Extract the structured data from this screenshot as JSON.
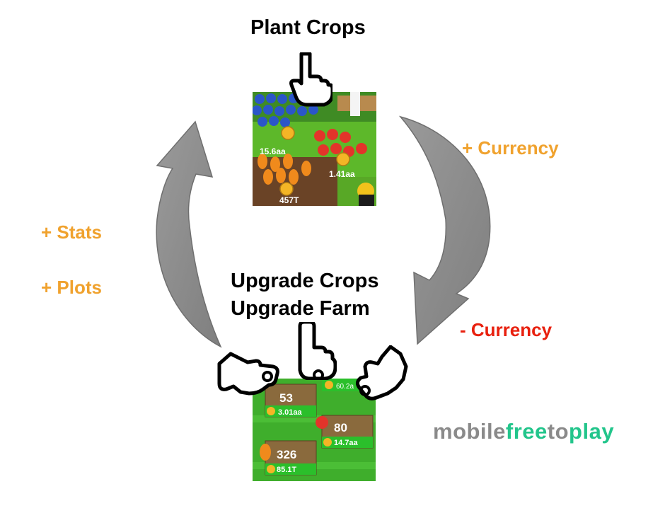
{
  "title": "Plant Crops",
  "upgrade": [
    "Upgrade Crops",
    "Upgrade Farm"
  ],
  "right_gain": "+ Currency",
  "right_spend": "- Currency",
  "left_gains": [
    "+ Stats",
    "+ Plots"
  ],
  "logo": {
    "part1": "mobile",
    "part2": "free",
    "part3": "to",
    "part4": "play"
  },
  "colors": {
    "orange": "#F0A22E",
    "red": "#E8200E",
    "arrow": "#8C8C8C",
    "logo_gray": "#8A8A8A",
    "logo_green": "#22C58B"
  },
  "top_screenshot": {
    "values": [
      "15.6aa",
      "1.41aa",
      "457T"
    ]
  },
  "bottom_screenshot": {
    "cards": [
      {
        "level": "53",
        "cost": "3.01aa"
      },
      {
        "level": "80",
        "cost": "14.7aa"
      },
      {
        "level": "326",
        "cost": "85.1T"
      },
      {
        "level": "",
        "cost": "60.2a"
      }
    ]
  }
}
